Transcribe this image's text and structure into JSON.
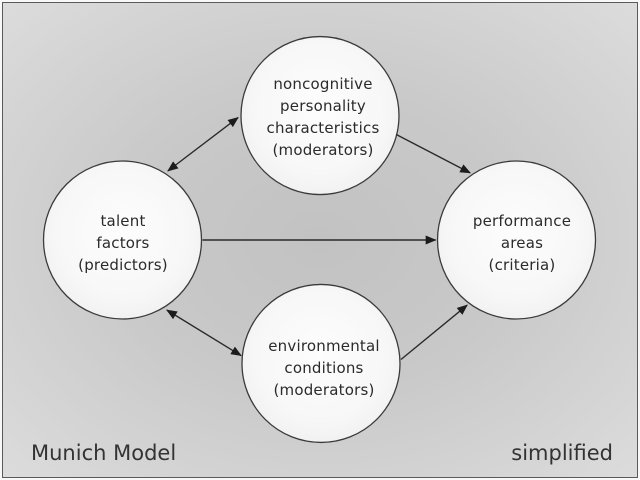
{
  "diagram": {
    "title": "Munich Model",
    "captions": {
      "bottom_left": "Munich Model",
      "bottom_right": "simplified"
    },
    "nodes": [
      {
        "id": "noncognitive",
        "lines": [
          "noncognitive",
          "personality",
          "characteristics",
          "(moderators)"
        ]
      },
      {
        "id": "talent",
        "lines": [
          "talent",
          "factors",
          "(predictors)"
        ]
      },
      {
        "id": "performance",
        "lines": [
          "performance",
          "areas",
          "(criteria)"
        ]
      },
      {
        "id": "environmental",
        "lines": [
          "environmental",
          "conditions",
          "(moderators)"
        ]
      }
    ],
    "edges": [
      {
        "from": "talent",
        "to": "noncognitive",
        "bidirectional": true
      },
      {
        "from": "noncognitive",
        "to": "performance",
        "bidirectional": false
      },
      {
        "from": "talent",
        "to": "performance",
        "bidirectional": false
      },
      {
        "from": "talent",
        "to": "environmental",
        "bidirectional": true
      },
      {
        "from": "environmental",
        "to": "performance",
        "bidirectional": false
      }
    ],
    "colors": {
      "background_center": "#c2c2c2",
      "background_edge": "#dcdcdc",
      "node_fill": "#f8f8f8",
      "node_stroke": "#3a3a3a",
      "arrow": "#2a2a2a",
      "text": "#2b2b2b"
    }
  }
}
